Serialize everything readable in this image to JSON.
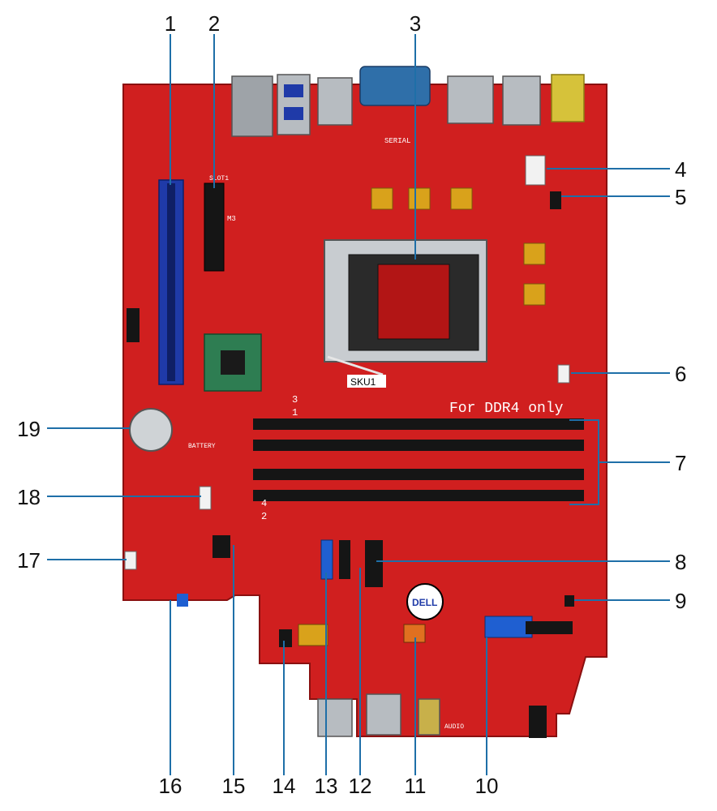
{
  "colors": {
    "board": "#d01f1f",
    "board_dark": "#a01212",
    "slot_blue": "#1f3aa8",
    "callout_line": "#1e6fa8",
    "label_text": "#111111",
    "dimm_black": "#151515",
    "gold": "#d9a21b"
  },
  "callouts": [
    {
      "id": "1",
      "label": "1"
    },
    {
      "id": "2",
      "label": "2"
    },
    {
      "id": "3",
      "label": "3"
    },
    {
      "id": "4",
      "label": "4"
    },
    {
      "id": "5",
      "label": "5"
    },
    {
      "id": "6",
      "label": "6"
    },
    {
      "id": "7",
      "label": "7"
    },
    {
      "id": "8",
      "label": "8"
    },
    {
      "id": "9",
      "label": "9"
    },
    {
      "id": "10",
      "label": "10"
    },
    {
      "id": "11",
      "label": "11"
    },
    {
      "id": "12",
      "label": "12"
    },
    {
      "id": "13",
      "label": "13"
    },
    {
      "id": "14",
      "label": "14"
    },
    {
      "id": "15",
      "label": "15"
    },
    {
      "id": "16",
      "label": "16"
    },
    {
      "id": "17",
      "label": "17"
    },
    {
      "id": "18",
      "label": "18"
    },
    {
      "id": "19",
      "label": "19"
    }
  ],
  "board_markings": {
    "sku": "SKU1",
    "ddr_note": "For DDR4 only",
    "slot1": "SLOT1",
    "m3": "M3",
    "serial": "SERIAL",
    "battery": "BATTERY",
    "audio": "AUDIO",
    "dell_logo": "DELL",
    "dimm_1": "1",
    "dimm_2": "2",
    "dimm_3": "3",
    "dimm_4": "4"
  }
}
